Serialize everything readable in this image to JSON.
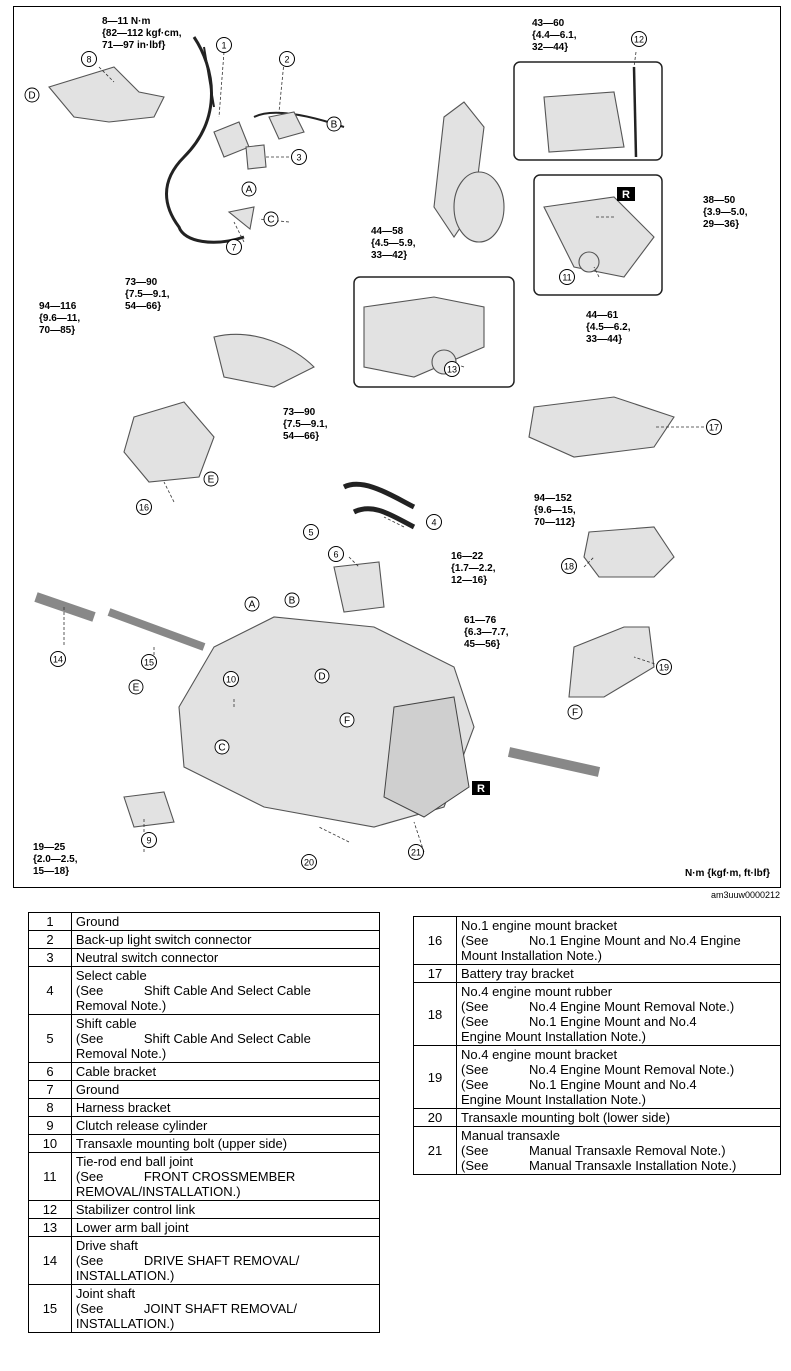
{
  "diagram": {
    "torque_specs": [
      {
        "id": "t1",
        "text": "8—11 N·m\n{82—112 kgf·cm,\n71—97 in·lbf}"
      },
      {
        "id": "t2",
        "text": "43—60\n{4.4—6.1,\n32—44}"
      },
      {
        "id": "t3",
        "text": "38—50\n{3.9—5.0,\n29—36}"
      },
      {
        "id": "t4",
        "text": "44—58\n{4.5—5.9,\n33—42}"
      },
      {
        "id": "t5",
        "text": "73—90\n{7.5—9.1,\n54—66}"
      },
      {
        "id": "t6",
        "text": "94—116\n{9.6—11,\n70—85}"
      },
      {
        "id": "t7",
        "text": "44—61\n{4.5—6.2,\n33—44}"
      },
      {
        "id": "t8",
        "text": "73—90\n{7.5—9.1,\n54—66}"
      },
      {
        "id": "t9",
        "text": "94—152\n{9.6—15,\n70—112}"
      },
      {
        "id": "t10",
        "text": "16—22\n{1.7—2.2,\n12—16}"
      },
      {
        "id": "t11",
        "text": "61—76\n{6.3—7.7,\n45—56}"
      },
      {
        "id": "t12",
        "text": "19—25\n{2.0—2.5,\n15—18}"
      }
    ],
    "callouts": [
      "1",
      "2",
      "3",
      "4",
      "5",
      "6",
      "7",
      "8",
      "9",
      "10",
      "11",
      "12",
      "13",
      "14",
      "15",
      "16",
      "17",
      "18",
      "19",
      "20",
      "21"
    ],
    "letters": [
      "A",
      "B",
      "C",
      "D",
      "E",
      "F"
    ],
    "replace_mark": "R",
    "unit_note": "N·m {kgf·m, ft·lbf}"
  },
  "figure_id": "am3uuw0000212",
  "legend_left": [
    {
      "num": "1",
      "lines": [
        "Ground"
      ]
    },
    {
      "num": "2",
      "lines": [
        "Back-up light switch connector"
      ]
    },
    {
      "num": "3",
      "lines": [
        "Neutral switch connector"
      ]
    },
    {
      "num": "4",
      "title": "Select cable",
      "see": [
        "Shift Cable And Select Cable"
      ],
      "tail": "Removal Note.)"
    },
    {
      "num": "5",
      "title": "Shift cable",
      "see": [
        "Shift Cable And Select Cable"
      ],
      "tail": "Removal Note.)"
    },
    {
      "num": "6",
      "lines": [
        "Cable bracket"
      ]
    },
    {
      "num": "7",
      "lines": [
        "Ground"
      ]
    },
    {
      "num": "8",
      "lines": [
        "Harness bracket"
      ]
    },
    {
      "num": "9",
      "lines": [
        "Clutch release cylinder"
      ]
    },
    {
      "num": "10",
      "lines": [
        "Transaxle mounting bolt (upper side)"
      ]
    },
    {
      "num": "11",
      "title": "Tie-rod end ball joint",
      "see": [
        "FRONT CROSSMEMBER"
      ],
      "tail": "REMOVAL/INSTALLATION.)"
    },
    {
      "num": "12",
      "lines": [
        "Stabilizer control link"
      ]
    },
    {
      "num": "13",
      "lines": [
        "Lower arm ball joint"
      ]
    },
    {
      "num": "14",
      "title": "Drive shaft",
      "see": [
        "DRIVE SHAFT REMOVAL/"
      ],
      "tail": "INSTALLATION.)"
    },
    {
      "num": "15",
      "title": "Joint shaft",
      "see": [
        "JOINT SHAFT REMOVAL/"
      ],
      "tail": "INSTALLATION.)"
    }
  ],
  "legend_right": [
    {
      "num": "16",
      "title": "No.1 engine mount bracket",
      "see": [
        "No.1 Engine Mount and No.4 Engine"
      ],
      "tail": "Mount Installation Note.)"
    },
    {
      "num": "17",
      "lines": [
        "Battery tray bracket"
      ]
    },
    {
      "num": "18",
      "title": "No.4 engine mount rubber",
      "see": [
        "No.4 Engine Mount Removal Note.)",
        "No.1 Engine Mount and No.4"
      ],
      "tail": "Engine Mount Installation Note.)"
    },
    {
      "num": "19",
      "title": "No.4 engine mount bracket",
      "see": [
        "No.4 Engine Mount Removal Note.)",
        "No.1 Engine Mount and No.4"
      ],
      "tail": "Engine Mount Installation Note.)"
    },
    {
      "num": "20",
      "lines": [
        "Transaxle mounting bolt (lower side)"
      ]
    },
    {
      "num": "21",
      "title": "Manual transaxle",
      "see": [
        "Manual Transaxle Removal Note.)",
        "Manual Transaxle Installation Note.)"
      ]
    }
  ],
  "see_prefix": "(See"
}
